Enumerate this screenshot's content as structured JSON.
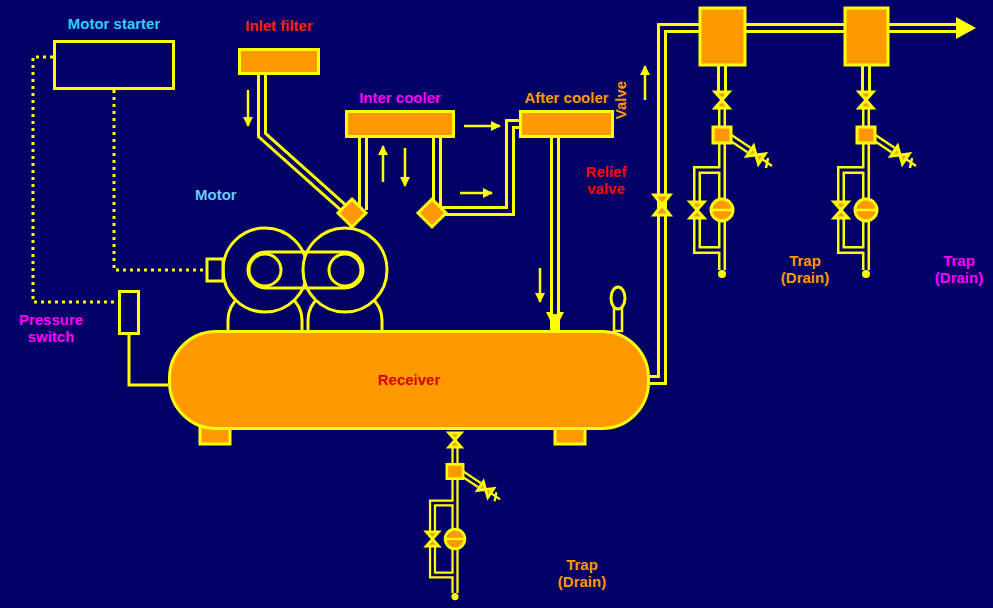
{
  "diagram": {
    "nodes": [
      {
        "text": [
          "Motor starter"
        ]
      },
      {
        "text": [
          "Inlet filter"
        ]
      },
      {
        "text": [
          "Inter cooler"
        ]
      },
      {
        "text": [
          "After cooler"
        ]
      },
      {
        "text": [
          "Motor"
        ]
      },
      {
        "text": [
          "Pressure switch"
        ]
      },
      {
        "text": [
          "Receiver"
        ]
      }
    ],
    "edges": [
      {
        "from": 0,
        "to": 4,
        "arrow": "none"
      },
      {
        "from": 0,
        "to": 5,
        "arrow": "none"
      },
      {
        "from": 5,
        "to": 6,
        "arrow": "none"
      },
      {
        "from": 3,
        "to": 6,
        "arrow": "to"
      }
    ],
    "labels": [
      "Valve",
      "Relief valve",
      "Trap (Drain)",
      "Trap (Drain)",
      "Trap (Drain)"
    ]
  }
}
